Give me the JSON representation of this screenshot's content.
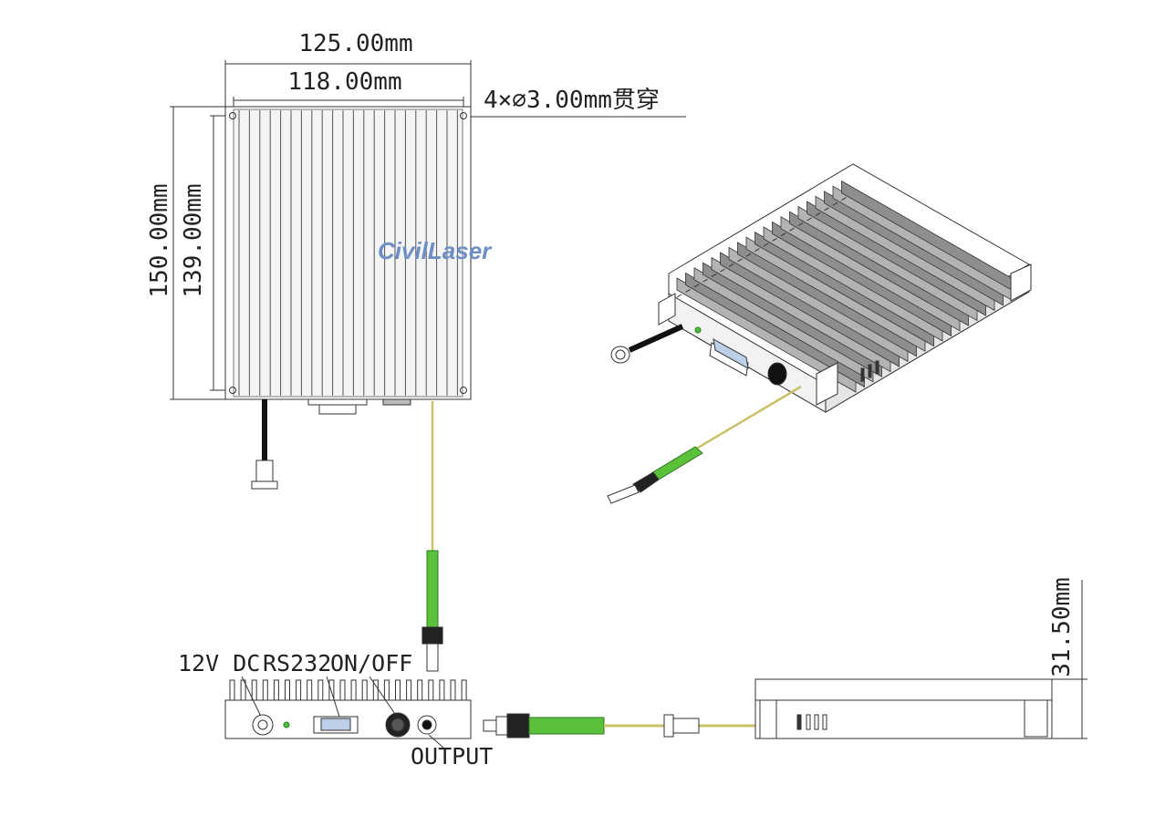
{
  "dimensions": {
    "overall_width": "125.00mm",
    "hole_spacing_width": "118.00mm",
    "mounting_holes": "4×∅3.00mm贯穿",
    "overall_length": "150.00mm",
    "hole_spacing_length": "139.00mm",
    "height": "31.50mm"
  },
  "watermark": "CivilLaser",
  "port_labels": {
    "power": "12V DC",
    "serial": "RS232",
    "switch": "ON/OFF",
    "output": "OUTPUT"
  },
  "colors": {
    "fiber_boot": "#5cc13a",
    "fiber": "#d9d27a",
    "indicator_led": "#49c23b",
    "line": "#333333",
    "fin_fill": "#9a9a9a",
    "logo": "#6f8fc4"
  }
}
